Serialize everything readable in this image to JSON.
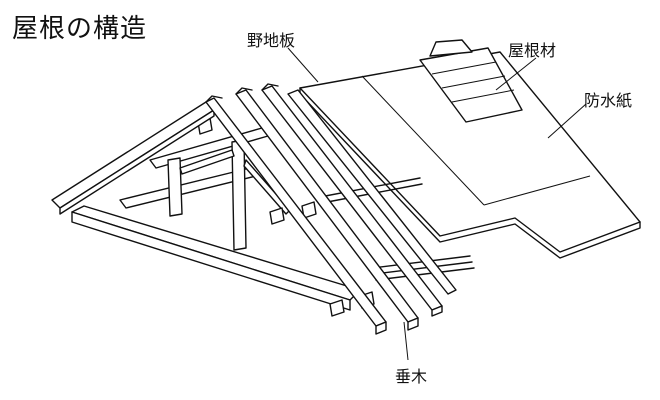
{
  "title": "屋根の構造",
  "labels": {
    "nojiita": "野地板",
    "yanezai": "屋根材",
    "bousuishi": "防水紙",
    "taruki": "垂木"
  }
}
